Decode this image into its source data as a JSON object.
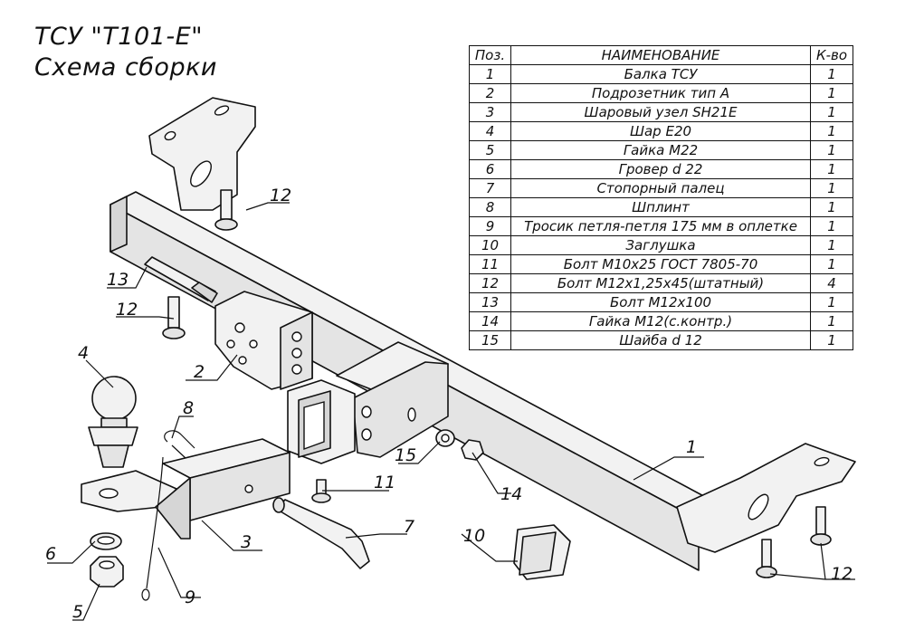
{
  "title": {
    "line1": "ТСУ \"Т101-Е\"",
    "line2": "Схема сборки"
  },
  "spec_table": {
    "headers": {
      "pos": "Поз.",
      "name": "НАИМЕНОВАНИЕ",
      "qty": "К-во"
    },
    "rows": [
      {
        "pos": "1",
        "name": "Балка ТСУ",
        "qty": "1"
      },
      {
        "pos": "2",
        "name": "Подрозетник тип А",
        "qty": "1"
      },
      {
        "pos": "3",
        "name": "Шаровый узел SH21E",
        "qty": "1"
      },
      {
        "pos": "4",
        "name": "Шар Е20",
        "qty": "1"
      },
      {
        "pos": "5",
        "name": "Гайка М22",
        "qty": "1"
      },
      {
        "pos": "6",
        "name": "Гровер d 22",
        "qty": "1"
      },
      {
        "pos": "7",
        "name": "Стопорный палец",
        "qty": "1"
      },
      {
        "pos": "8",
        "name": "Шплинт",
        "qty": "1"
      },
      {
        "pos": "9",
        "name": "Тросик петля-петля 175 мм в оплетке",
        "qty": "1"
      },
      {
        "pos": "10",
        "name": "Заглушка",
        "qty": "1"
      },
      {
        "pos": "11",
        "name": "Болт М10х25 ГОСТ 7805-70",
        "qty": "1"
      },
      {
        "pos": "12",
        "name": "Болт М12х1,25х45(штатный)",
        "qty": "4"
      },
      {
        "pos": "13",
        "name": "Болт М12х100",
        "qty": "1"
      },
      {
        "pos": "14",
        "name": "Гайка М12(с.контр.)",
        "qty": "1"
      },
      {
        "pos": "15",
        "name": "Шайба d 12",
        "qty": "1"
      }
    ]
  },
  "callouts": {
    "c1": "1",
    "c2": "2",
    "c3": "3",
    "c4": "4",
    "c5": "5",
    "c6": "6",
    "c7": "7",
    "c8": "8",
    "c9": "9",
    "c10": "10",
    "c11": "11",
    "c12a": "12",
    "c12b": "12",
    "c12c": "12",
    "c13": "13",
    "c14": "14",
    "c15": "15"
  }
}
